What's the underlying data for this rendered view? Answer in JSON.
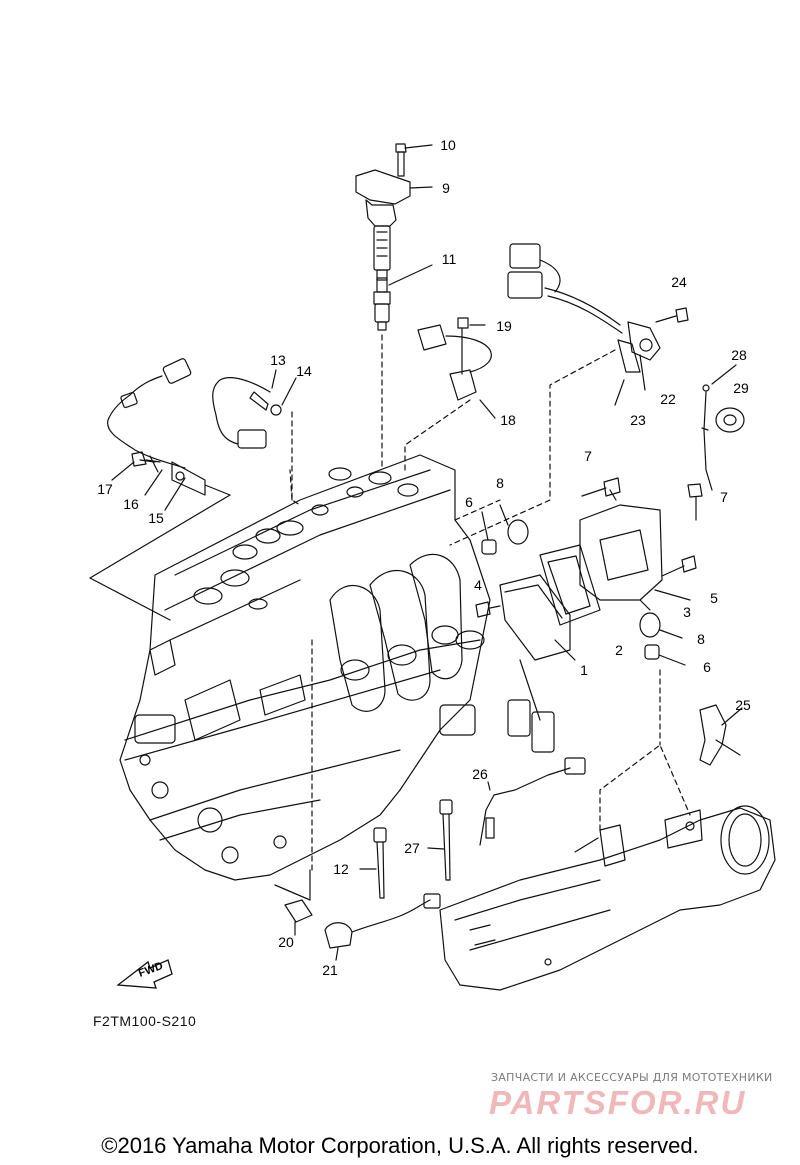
{
  "callouts": [
    "1",
    "2",
    "3",
    "4",
    "5",
    "6",
    "6",
    "7",
    "7",
    "8",
    "8",
    "9",
    "10",
    "11",
    "12",
    "13",
    "14",
    "15",
    "16",
    "17",
    "18",
    "19",
    "20",
    "21",
    "22",
    "23",
    "24",
    "25",
    "26",
    "27",
    "28",
    "29"
  ],
  "fwd_label": "FWD",
  "diagram_code": "F2TM100-S210",
  "watermark": {
    "tagline": "ЗАПЧАСТИ И АКСЕССУАРЫ ДЛЯ МОТОТЕХНИКИ",
    "brand": "PARTSFOR.RU",
    "color": "#f0b8b8"
  },
  "copyright": "©2016 Yamaha Motor Corporation, U.S.A. All rights reserved."
}
